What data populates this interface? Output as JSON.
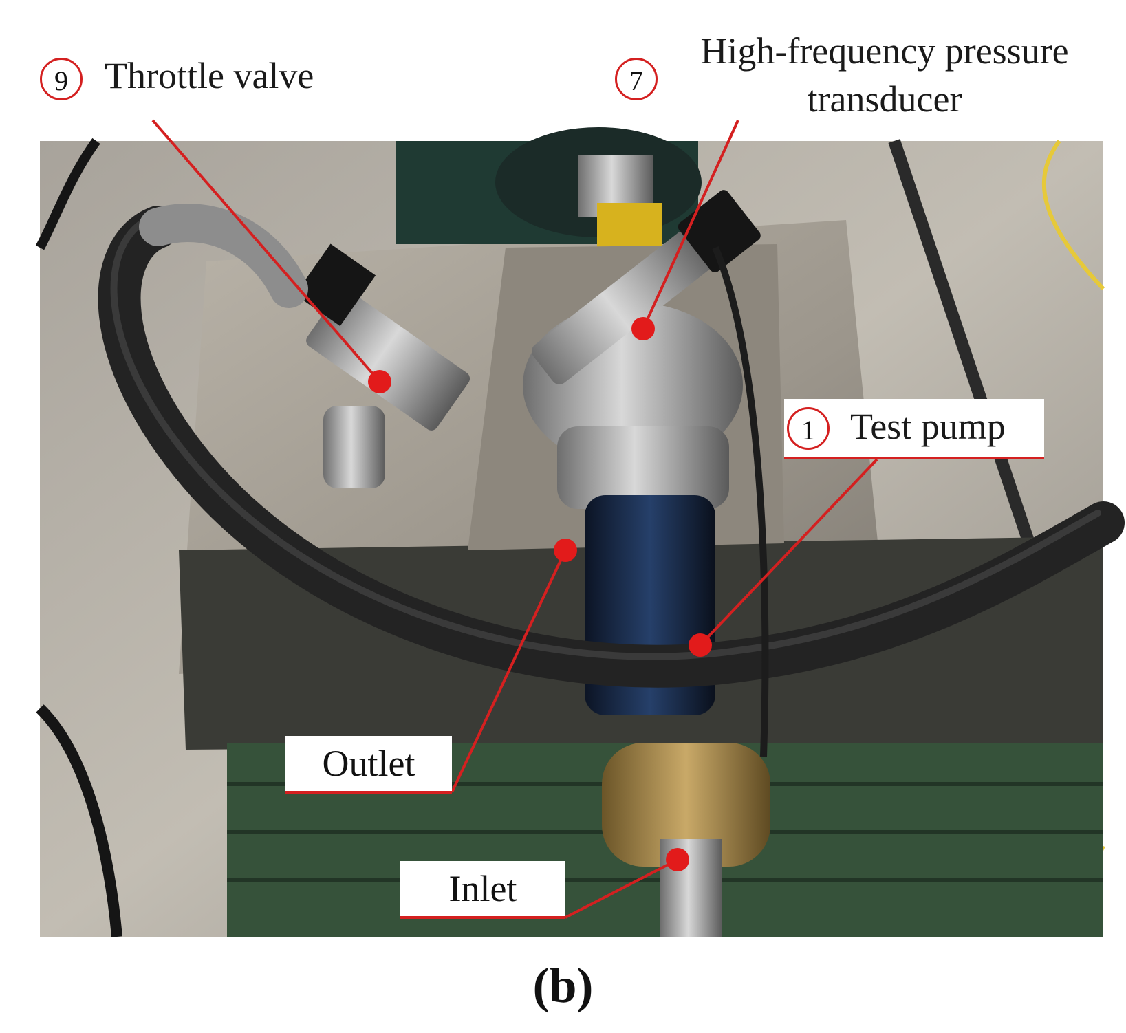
{
  "callouts": {
    "throttle": {
      "number": "9",
      "label": "Throttle valve"
    },
    "transducer": {
      "number": "7",
      "line1": "High-frequency pressure",
      "line2": "transducer"
    },
    "pump": {
      "number": "1",
      "label": "Test pump"
    },
    "outlet": {
      "label": "Outlet"
    },
    "inlet": {
      "label": "Inlet"
    }
  },
  "caption": "(b)",
  "colors": {
    "accent": "#d42020"
  }
}
